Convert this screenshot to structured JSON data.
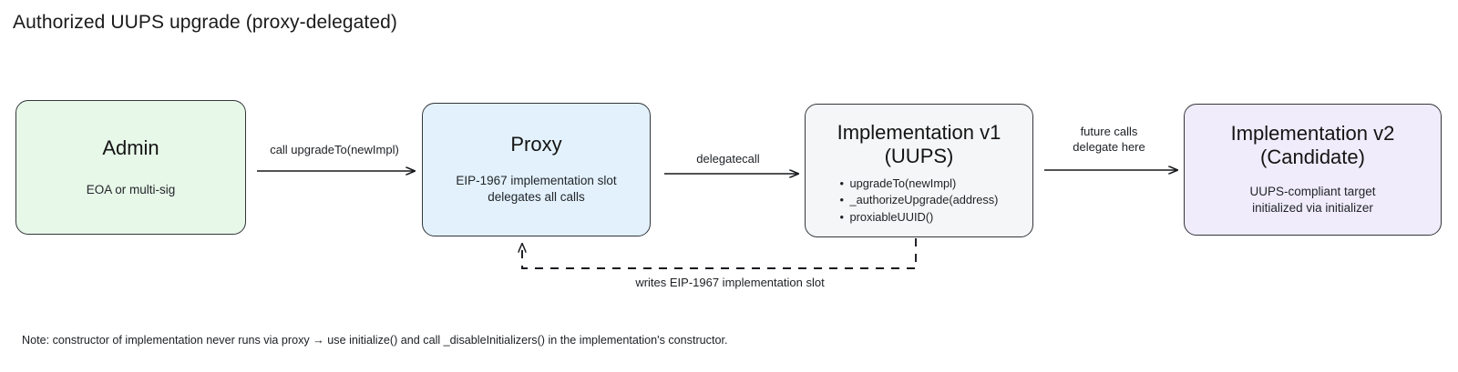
{
  "title": "Authorized UUPS upgrade (proxy-delegated)",
  "nodes": {
    "admin": {
      "title": "Admin",
      "subtitle": "EOA or multi-sig",
      "fill": "#e7f7e8"
    },
    "proxy": {
      "title": "Proxy",
      "subtitle": "EIP-1967 implementation slot\ndelegates all calls",
      "fill": "#e2f1fb"
    },
    "impl_v1": {
      "title": "Implementation v1\n(UUPS)",
      "fill": "#f5f6f7",
      "bullets": [
        "upgradeTo(newImpl)",
        "_authorizeUpgrade(address)",
        "proxiableUUID()"
      ]
    },
    "impl_v2": {
      "title": "Implementation v2\n(Candidate)",
      "subtitle": "UUPS-compliant target\ninitialized via initializer",
      "fill": "#f0ecfb"
    }
  },
  "edges": {
    "admin_to_proxy": "call upgradeTo(newImpl)",
    "proxy_to_impl_v1": "delegatecall",
    "impl_v1_to_impl_v2": "future calls\ndelegate here",
    "impl_v1_to_proxy": "writes EIP-1967 implementation slot"
  },
  "footer": {
    "note": "Note: constructor of implementation never runs via proxy → use initialize() and call _disableInitializers() in the implementation's constructor."
  },
  "colors": {
    "stroke": "#33363b",
    "text": "#1a1a1a"
  }
}
